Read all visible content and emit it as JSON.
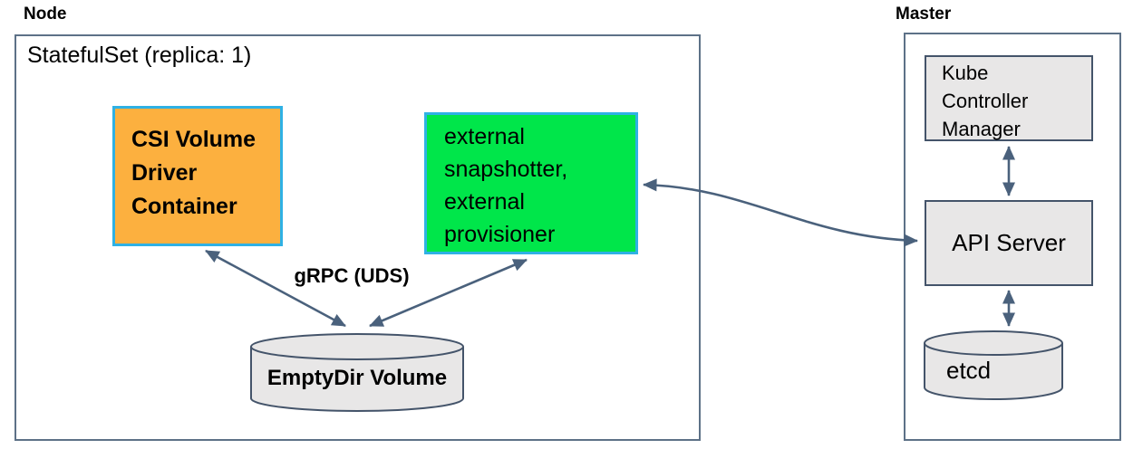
{
  "node_section": {
    "label": "Node",
    "statefulset_title": "StatefulSet (replica: 1)",
    "csi_container_label": "CSI Volume\nDriver\nContainer",
    "sidecar_label": "external\nsnapshotter,\nexternal\nprovisioner",
    "grpc_label": "gRPC (UDS)",
    "emptydir_label": "EmptyDir Volume"
  },
  "master_section": {
    "label": "Master",
    "kube_controller_manager_label": "Kube\nController\nManager",
    "api_server_label": "API Server",
    "etcd_label": "etcd"
  },
  "colors": {
    "csi_box_fill": "#fcb03f",
    "sidecar_box_fill": "#00e64a",
    "highlight_border": "#2fb1e4",
    "gray_box_fill": "#e8e7e7",
    "box_border": "#44546a",
    "outer_border": "#5d7187",
    "arrow": "#4a617c",
    "text": "#000000"
  }
}
